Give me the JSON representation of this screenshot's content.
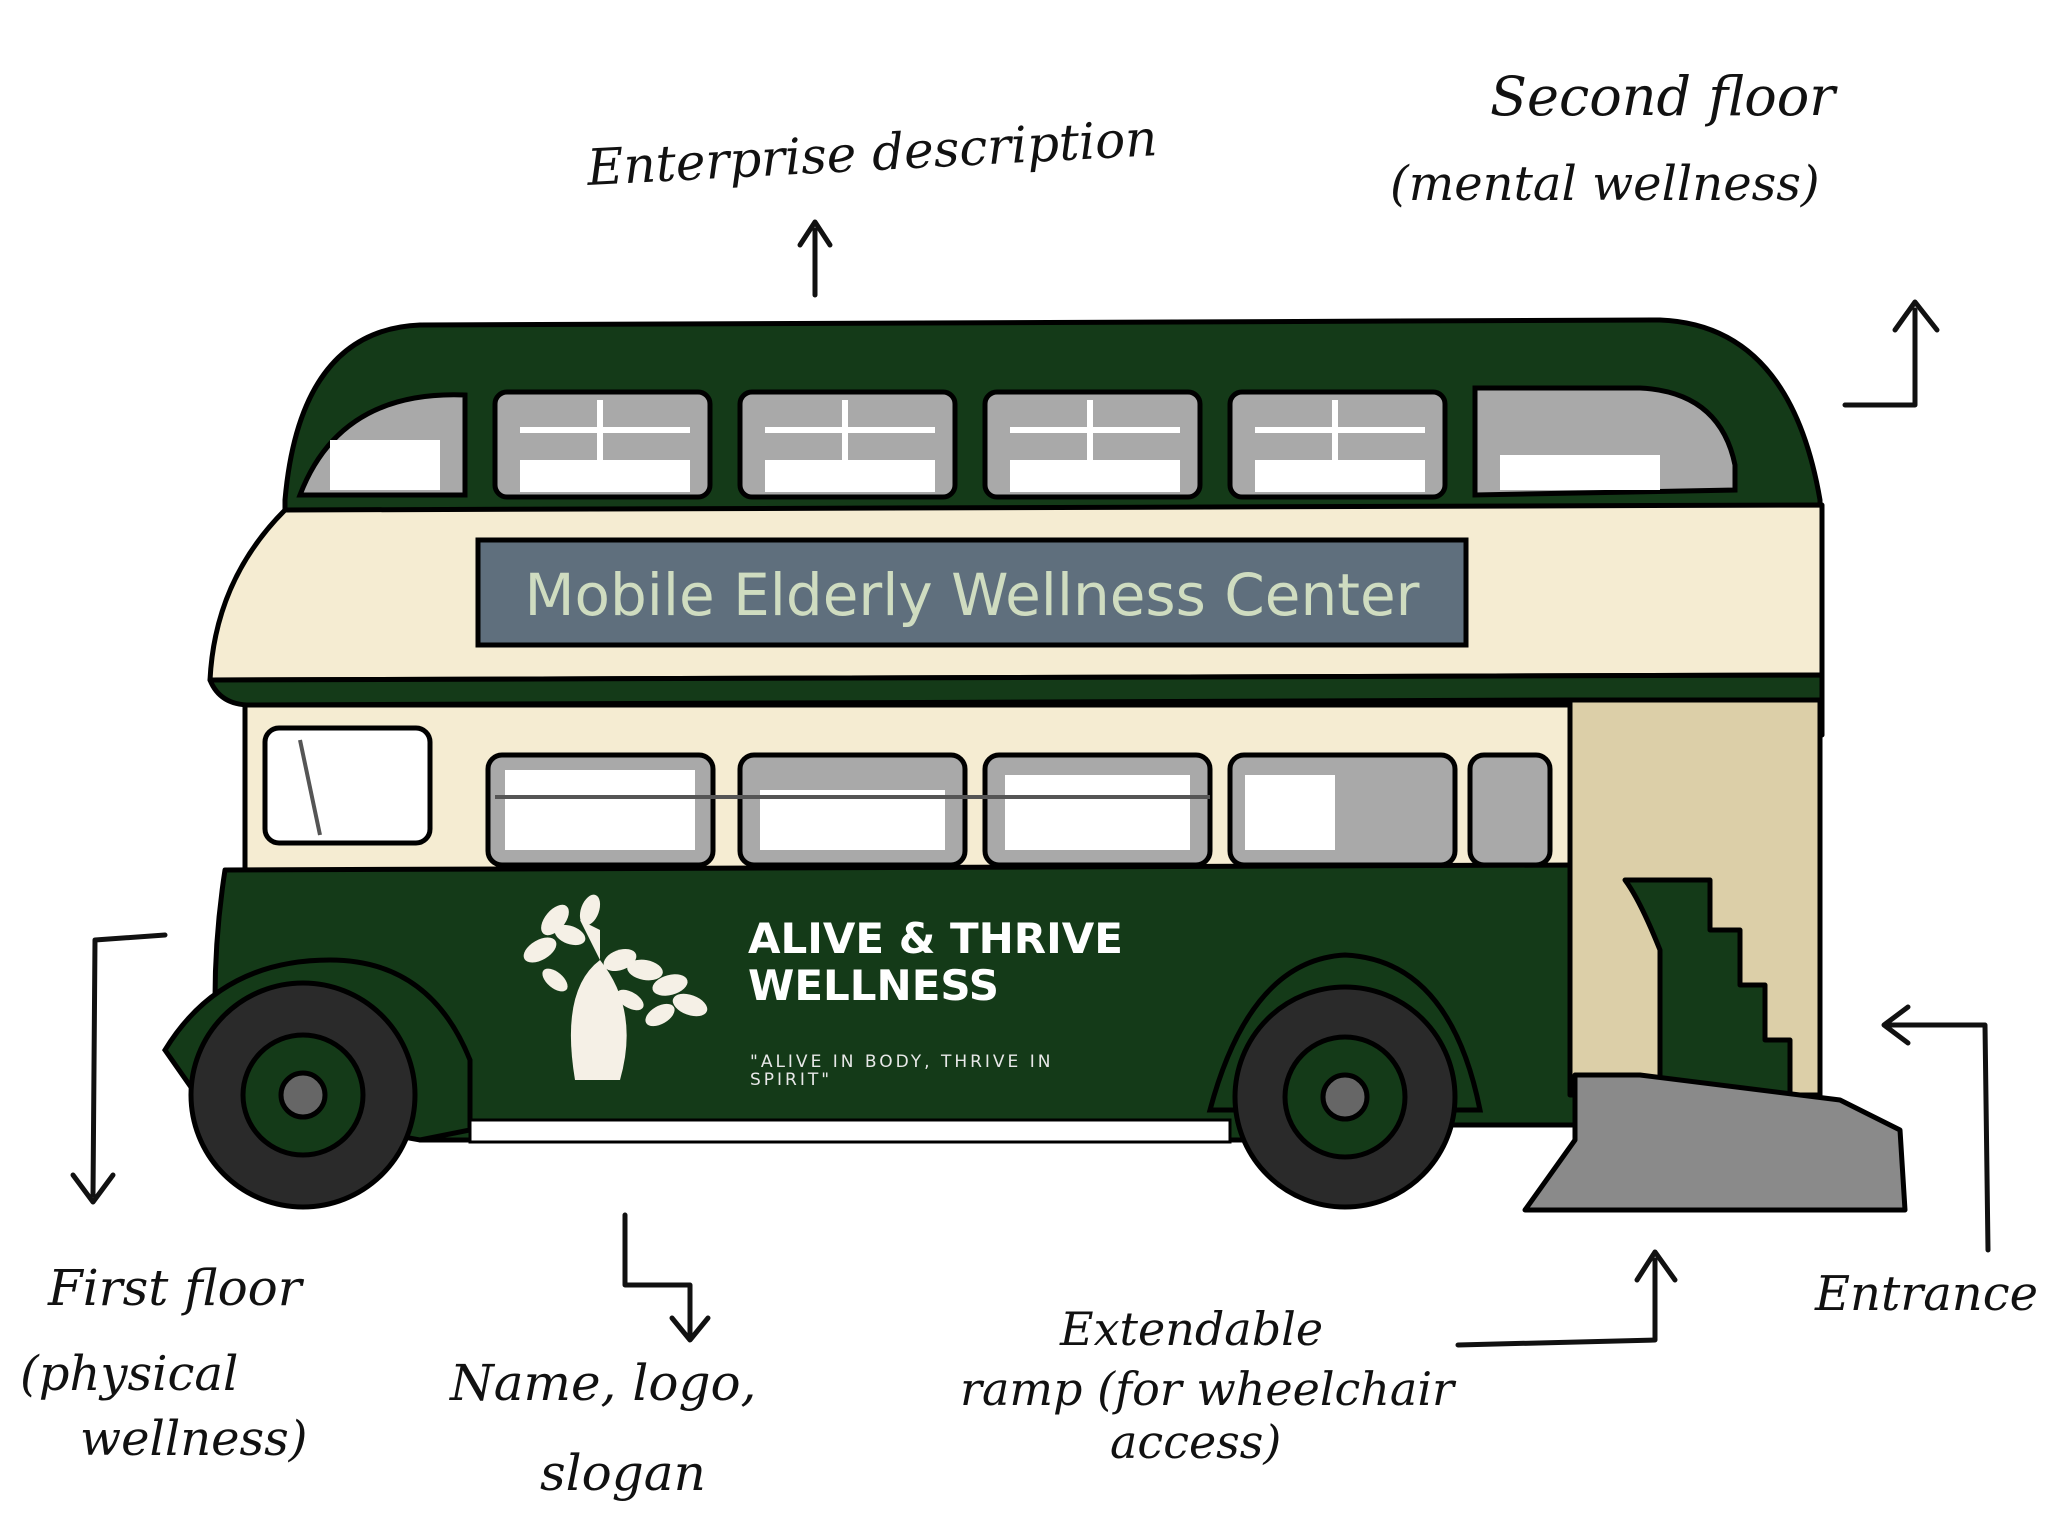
{
  "sign": {
    "text": "Mobile Elderly Wellness Center",
    "panel_color": "#5f6f7d",
    "text_color": "#cfdcc0"
  },
  "brand": {
    "line1": "ALIVE & THRIVE",
    "line2": "WELLNESS",
    "slogan_line1": "\"ALIVE IN BODY, THRIVE IN",
    "slogan_line2": "SPIRIT\""
  },
  "labels": {
    "enterprise": "Enterprise description",
    "second_floor_line1": "Second floor",
    "second_floor_line2": "(mental wellness)",
    "first_floor_line1": "First floor",
    "first_floor_line2": "(physical",
    "first_floor_line3": "wellness)",
    "name_logo_line1": "Name, logo,",
    "name_logo_line2": "slogan",
    "ramp_line1": "Extendable",
    "ramp_line2": "ramp (for wheelchair",
    "ramp_line3": "access)",
    "entrance": "Entrance"
  },
  "colors": {
    "bus_green": "#143a18",
    "cream": "#f5ecd2",
    "window_gray": "#a9a9a9",
    "ramp_gray": "#8a8a8a",
    "stair_wall": "#dccfa8"
  },
  "icons": {
    "logo": "tree-person-icon",
    "arrows": "arrow-icon"
  }
}
